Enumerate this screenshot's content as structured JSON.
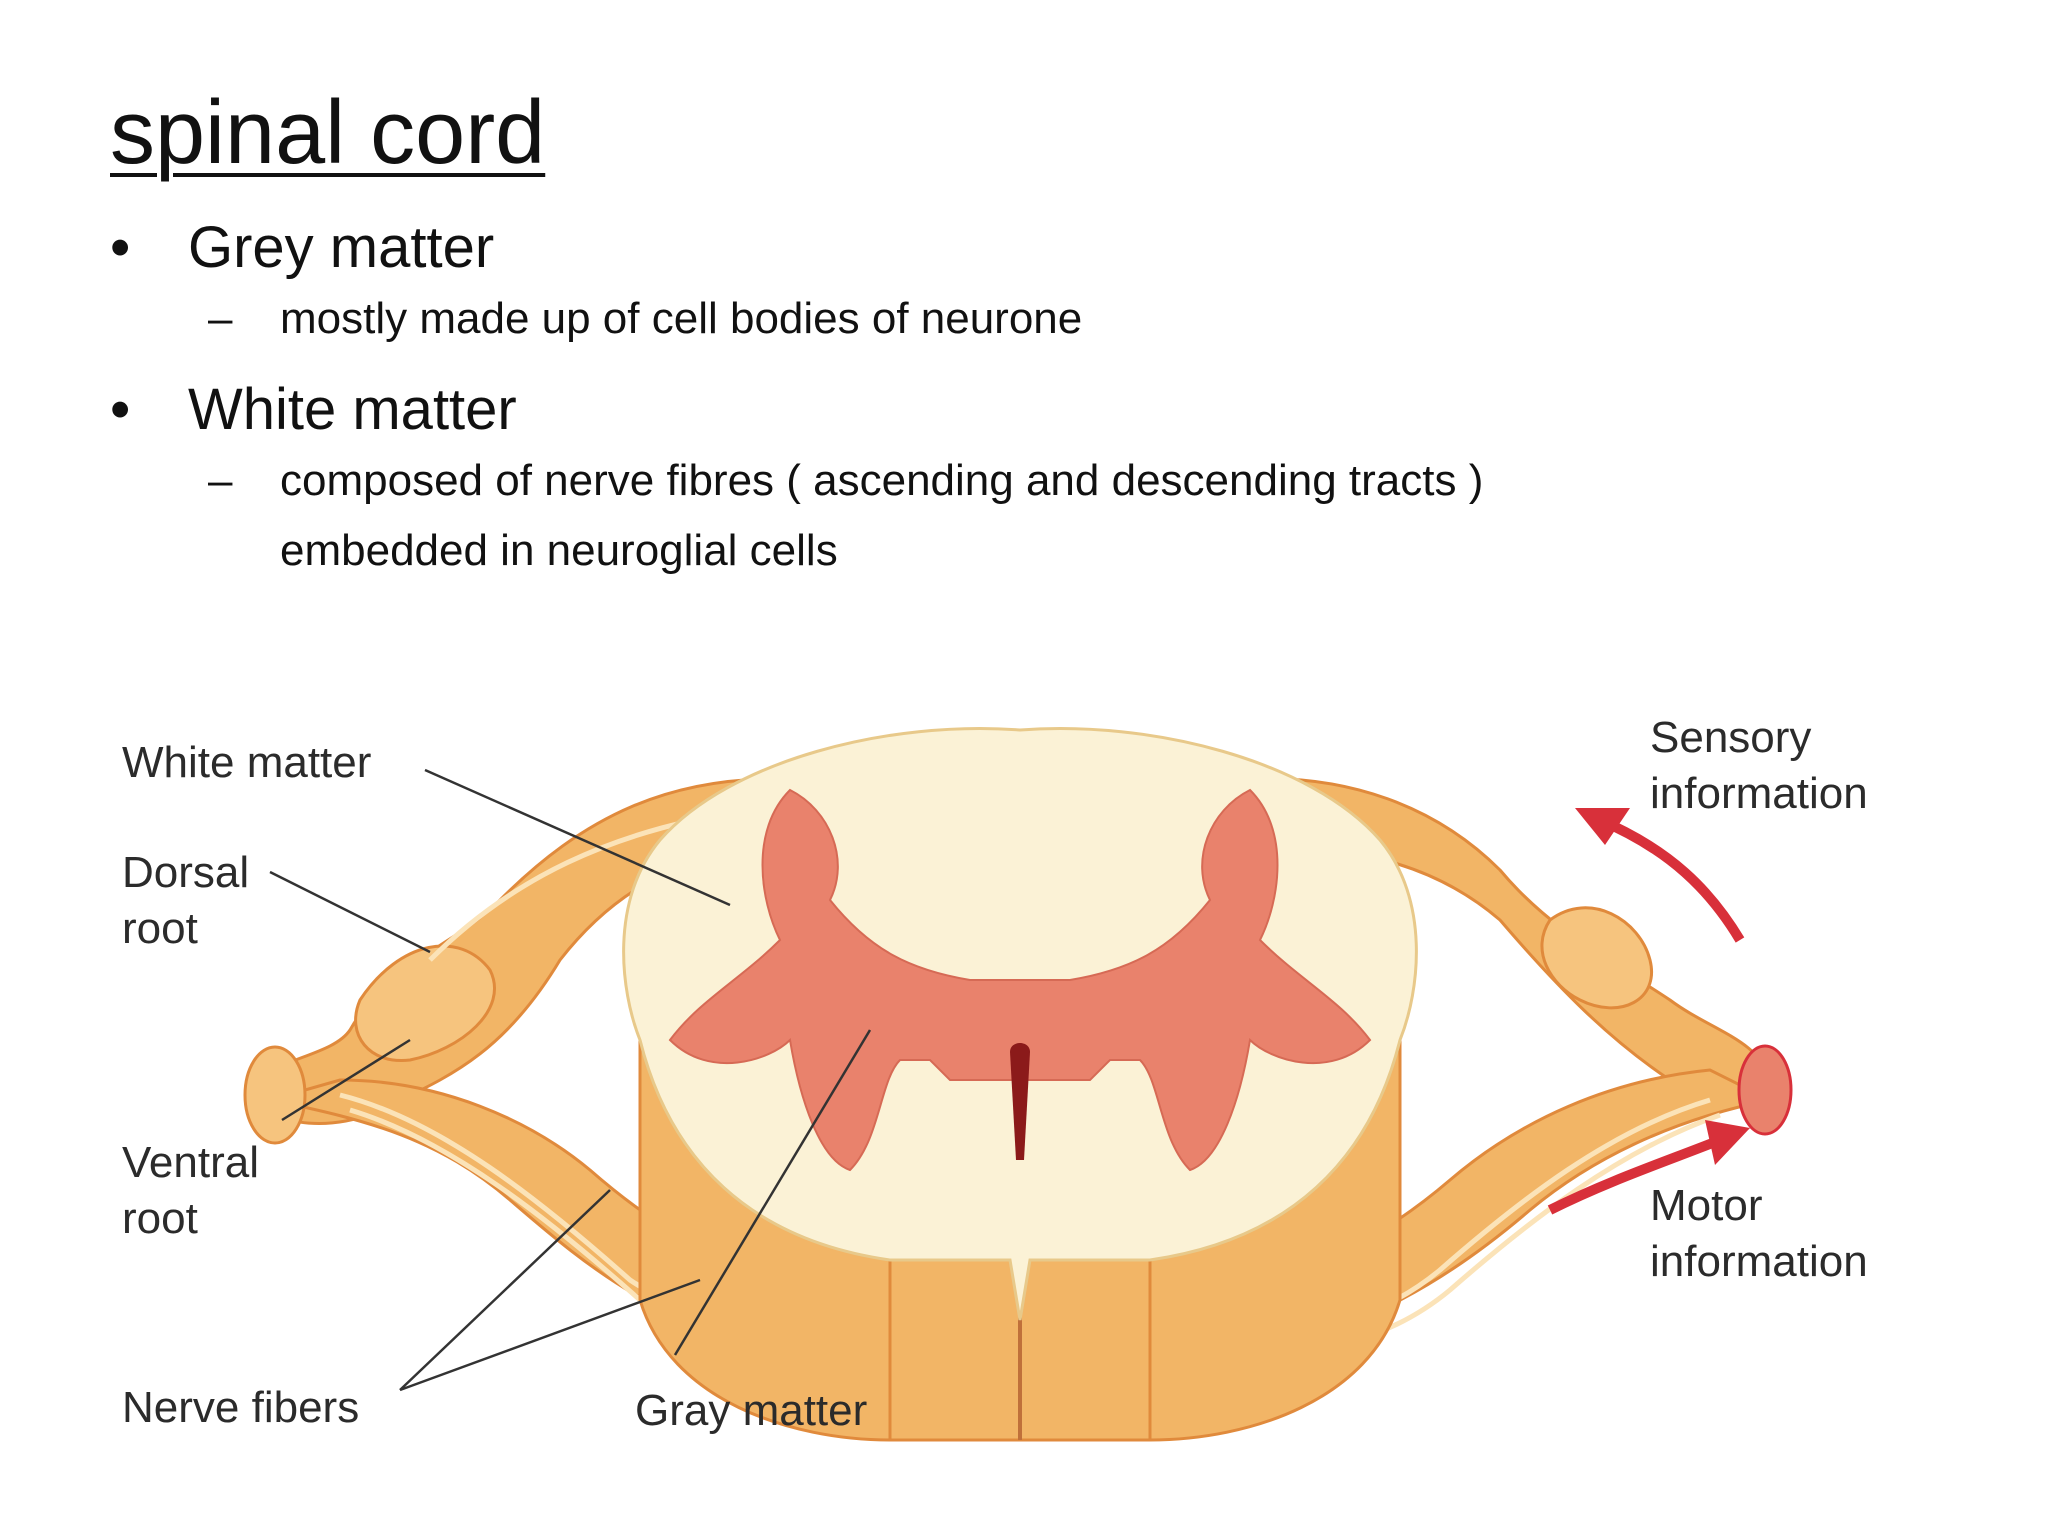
{
  "title": "spinal cord",
  "bullets": [
    {
      "text": "Grey matter",
      "sub": "mostly made up of cell bodies of neurone"
    },
    {
      "text": "White matter",
      "sub_line1": "composed of nerve fibres ( ascending and descending tracts )",
      "sub_line2": "embedded in neuroglial cells"
    }
  ],
  "diagram": {
    "labels": {
      "white_matter": "White matter",
      "dorsal": "Dorsal",
      "root_dorsal": "root",
      "ventral": "Ventral",
      "root_ventral": "root",
      "nerve_fibers": "Nerve fibers",
      "gray_matter": "Gray matter",
      "sensory": "Sensory",
      "sensory_info": "information",
      "motor": "Motor",
      "motor_info": "information"
    },
    "colors": {
      "nerve": "#f2b566",
      "nerve_dark": "#e08a3c",
      "white_matter": "#fbf2d6",
      "gray_matter": "#e9826c",
      "canal": "#8b1a1a",
      "arrow": "#d8303a"
    }
  }
}
